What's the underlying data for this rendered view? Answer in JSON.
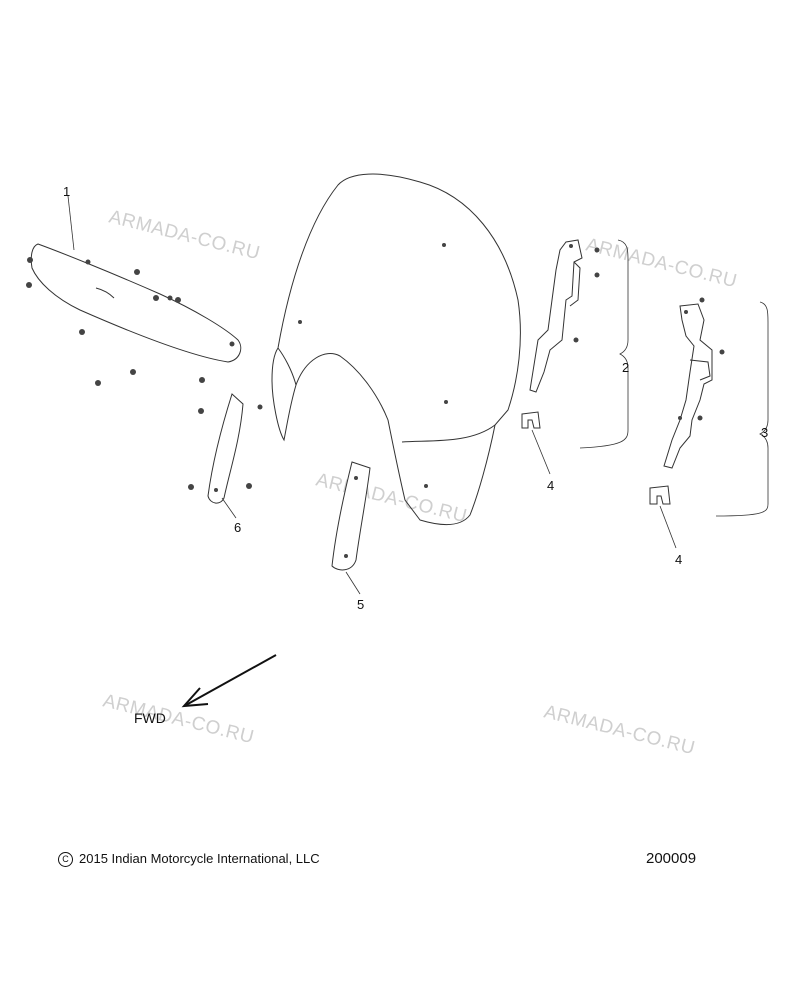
{
  "watermark": "ARMADA-CO.RU",
  "callouts": [
    "1",
    "2",
    "3",
    "4",
    "4",
    "5",
    "6"
  ],
  "direction_label": "FWD",
  "copyright_symbol": "C",
  "copyright_text": "2015 Indian Motorcycle International, LLC",
  "diagram_number": "200009",
  "colors": {
    "line": "#333333",
    "watermark": "#cfcfcf",
    "background": "#ffffff"
  }
}
